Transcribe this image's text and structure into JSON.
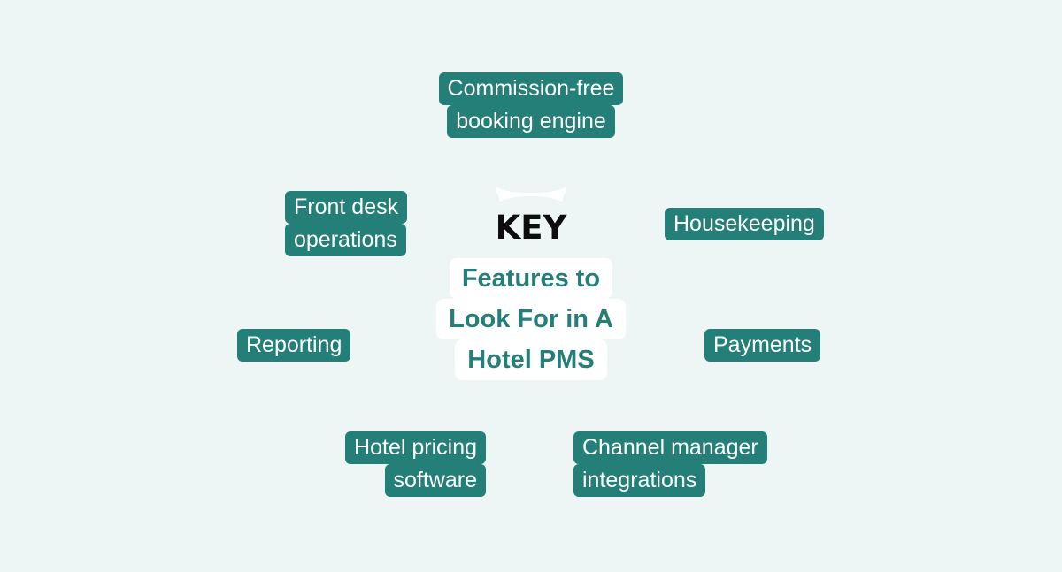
{
  "center": {
    "brand_word": "KEY",
    "subtitle_lines": [
      "Features to",
      "Look For in A",
      "Hotel PMS"
    ]
  },
  "features": {
    "booking_engine": [
      "Commission-free",
      "booking engine"
    ],
    "front_desk": [
      "Front desk",
      "operations"
    ],
    "housekeeping": [
      "Housekeeping"
    ],
    "reporting": [
      "Reporting"
    ],
    "payments": [
      "Payments"
    ],
    "pricing": [
      "Hotel pricing",
      "software"
    ],
    "channel_manager": [
      "Channel manager",
      "integrations"
    ]
  },
  "colors": {
    "background": "#eef6f5",
    "accent": "#237f78",
    "label_text": "#ffffff",
    "title_text": "#0d0d0d"
  }
}
